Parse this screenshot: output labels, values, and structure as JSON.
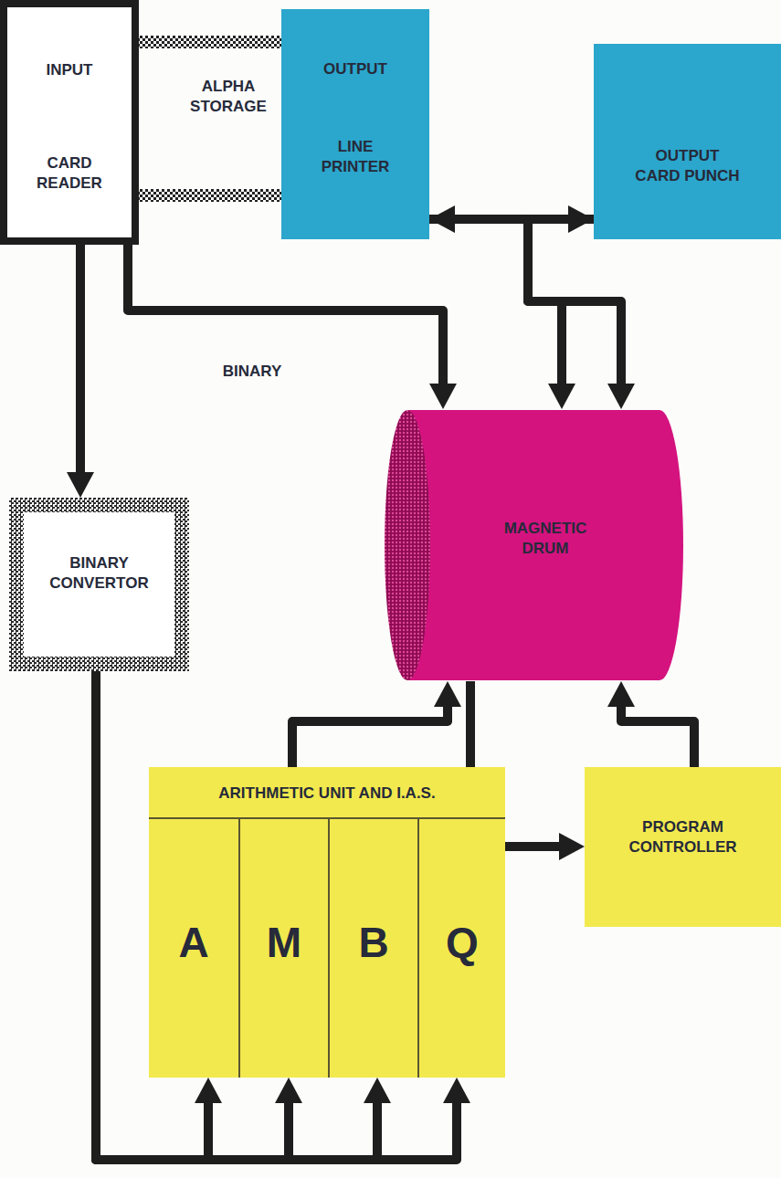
{
  "diagram": {
    "nodes": [
      {
        "text": [
          "INPUT",
          "CARD READER"
        ]
      },
      {
        "text": [
          "OUTPUT",
          "LINE PRINTER"
        ]
      },
      {
        "text": [
          "OUTPUT CARD PUNCH"
        ]
      },
      {
        "text": [
          "BINARY CONVERTOR"
        ]
      },
      {
        "text": [
          "MAGNETIC DRUM"
        ]
      },
      {
        "text": [
          "ARITHMETIC UNIT AND I.A.S."
        ]
      },
      {
        "text": [
          "A"
        ],
        "in": 5
      },
      {
        "text": [
          "M"
        ],
        "in": 5
      },
      {
        "text": [
          "B"
        ],
        "in": 5
      },
      {
        "text": [
          "Q"
        ],
        "in": 5
      },
      {
        "text": [
          "PROGRAM CONTROLLER"
        ]
      }
    ],
    "edges": [
      {
        "from": 0,
        "to": 1,
        "arrow": "none"
      },
      {
        "from": 0,
        "to": 1,
        "arrow": "none"
      },
      {
        "from": 1,
        "to": 2,
        "arrow": "both"
      },
      {
        "from": 0,
        "to": 4,
        "label": "BINARY",
        "arrow": "to"
      },
      {
        "from": 0,
        "to": 3,
        "arrow": "to"
      },
      {
        "from": 1,
        "to": 4,
        "arrow": "to"
      },
      {
        "from": 2,
        "to": 4,
        "arrow": "to"
      },
      {
        "from": 5,
        "to": 4,
        "arrow": "to"
      },
      {
        "from": 4,
        "to": 5,
        "arrow": "none"
      },
      {
        "from": 5,
        "to": 10,
        "arrow": "to"
      },
      {
        "from": 10,
        "to": 4,
        "arrow": "to"
      },
      {
        "from": 3,
        "to": 6,
        "arrow": "to"
      },
      {
        "from": 3,
        "to": 7,
        "arrow": "to"
      },
      {
        "from": 3,
        "to": 8,
        "arrow": "to"
      },
      {
        "from": 3,
        "to": 9,
        "arrow": "to"
      }
    ],
    "labels": [
      "ALPHA STORAGE"
    ]
  }
}
